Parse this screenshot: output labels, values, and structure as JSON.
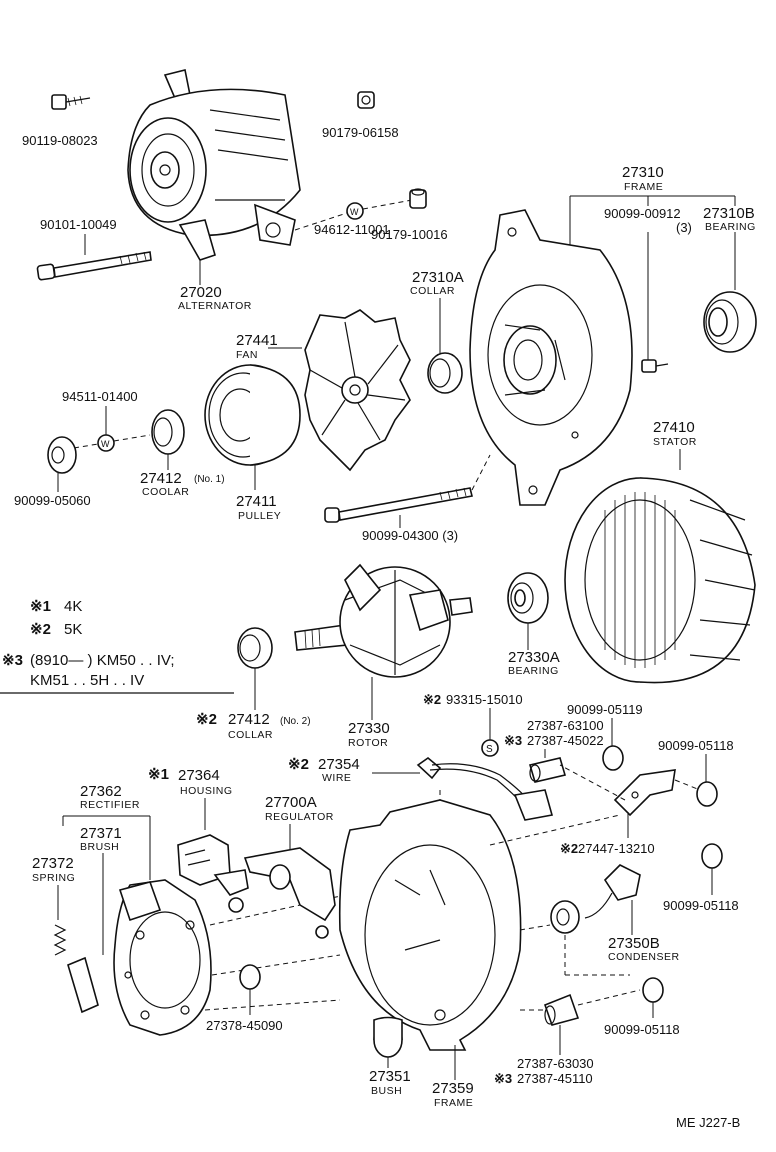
{
  "labels": {
    "p90119_08023": "90119-08023",
    "p90179_06158": "90179-06158",
    "p27310": "27310",
    "frame": "FRAME",
    "p90101_10049": "90101-10049",
    "p90179_10016": "90179-10016",
    "p94612_11001": "94612-11001",
    "p90099_00912": "90099-00912",
    "qty3a": "(3)",
    "p27310B": "27310B",
    "bearing": "BEARING",
    "p27310A": "27310A",
    "collar": "COLLAR",
    "p27020": "27020",
    "alternator": "ALTERNATOR",
    "p27441": "27441",
    "fan": "FAN",
    "p94511_01400": "94511-01400",
    "p27412": "27412",
    "no1": "(No. 1)",
    "coolar": "COOLAR",
    "p90099_05060": "90099-05060",
    "p27411": "27411",
    "pulley": "PULLEY",
    "p90099_04300": "90099-04300 (3)",
    "p27410": "27410",
    "stator": "STATOR",
    "note1_mark": "※1",
    "note1_text": "4K",
    "note2_mark": "※2",
    "note2_text": "5K",
    "note3_mark": "※3",
    "note3_line1": "(8910—        ) KM50 . . IV;",
    "note3_line2": "KM51 . . 5H . . IV",
    "p27330A": "27330A",
    "bearing2": "BEARING",
    "p27412b_mark": "※2",
    "p27412b": "27412",
    "no2": "(No. 2)",
    "collar2": "COLLAR",
    "p27330": "27330",
    "rotor": "ROTOR",
    "p93315_mark": "※2",
    "p93315": "93315-15010",
    "p90099_05119": "90099-05119",
    "p27387_63100": "27387-63100",
    "p27387_45022_mark": "※3",
    "p27387_45022": "27387-45022",
    "p90099_05118a": "90099-05118",
    "p27364_mark": "※1",
    "p27364": "27364",
    "housing": "HOUSING",
    "p27354_mark": "※2",
    "p27354": "27354",
    "wire": "WIRE",
    "p27362": "27362",
    "rectifier": "RECTIFIER",
    "p27700A": "27700A",
    "regulator": "REGULATOR",
    "p27371": "27371",
    "brush": "BRUSH",
    "p27447_mark": "※2",
    "p27447": "27447-13210",
    "p27372": "27372",
    "spring": "SPRING",
    "p90099_05118b": "90099-05118",
    "p27350B": "27350B",
    "condenser": "CONDENSER",
    "p27378_45090": "27378-45090",
    "p90099_05118c": "90099-05118",
    "p27387_63030": "27387-63030",
    "p27387_45110_mark": "※3",
    "p27387_45110": "27387-45110",
    "p27351": "27351",
    "bush": "BUSH",
    "p27359": "27359",
    "frame2": "FRAME",
    "footer_code": "ME  J227-B",
    "s_marker": "S",
    "w_marker": "W"
  }
}
